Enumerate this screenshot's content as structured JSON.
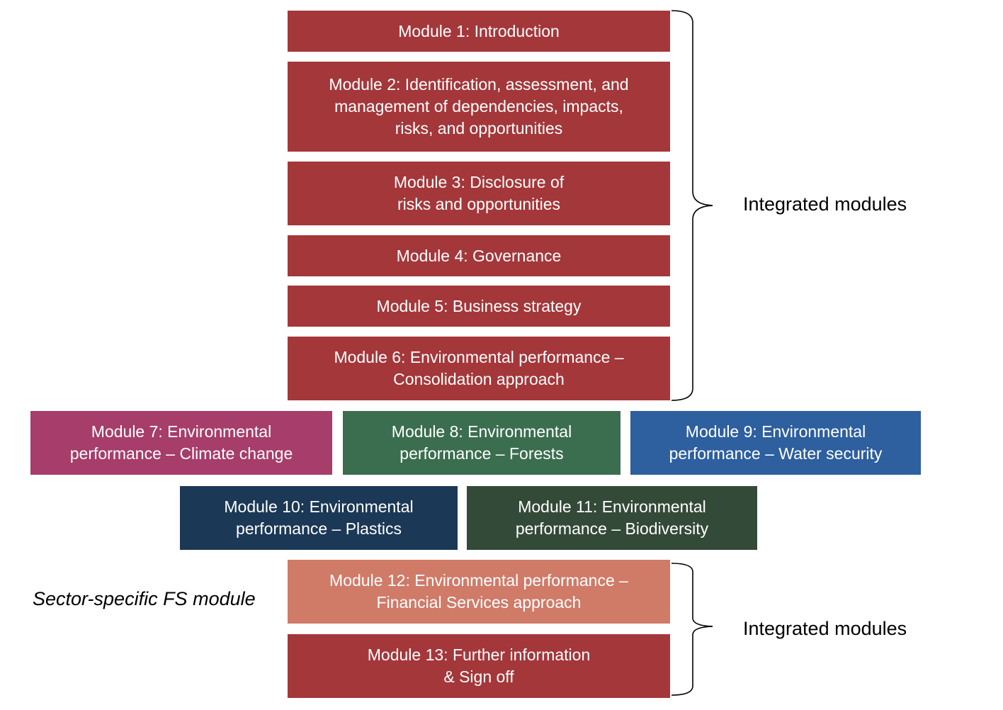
{
  "colors": {
    "integrated": "#a4373a",
    "climate": "#a63d6a",
    "forests": "#3b6e4f",
    "water": "#2e5f9f",
    "plastics": "#1b3856",
    "biodiversity": "#344a38",
    "financial": "#d07a68"
  },
  "modules": [
    {
      "label": "Module 1: Introduction"
    },
    {
      "label": "Module 2: Identification, assessment, and\nmanagement of dependencies, impacts,\nrisks, and opportunities"
    },
    {
      "label": "Module 3: Disclosure of\nrisks and opportunities"
    },
    {
      "label": "Module 4: Governance"
    },
    {
      "label": "Module 5: Business strategy"
    },
    {
      "label": "Module 6: Environmental performance –\nConsolidation approach"
    },
    {
      "label": "Module 7: Environmental\nperformance – Climate change"
    },
    {
      "label": "Module 8: Environmental\nperformance – Forests"
    },
    {
      "label": "Module 9: Environmental\nperformance – Water security"
    },
    {
      "label": "Module 10: Environmental\nperformance – Plastics"
    },
    {
      "label": "Module 11: Environmental\nperformance – Biodiversity"
    },
    {
      "label": "Module 12: Environmental performance –\nFinancial Services approach"
    },
    {
      "label": "Module 13: Further information\n& Sign off"
    }
  ],
  "labels": {
    "integrated_top": "Integrated modules",
    "integrated_bottom": "Integrated modules",
    "sector_specific": "Sector-specific FS module"
  }
}
